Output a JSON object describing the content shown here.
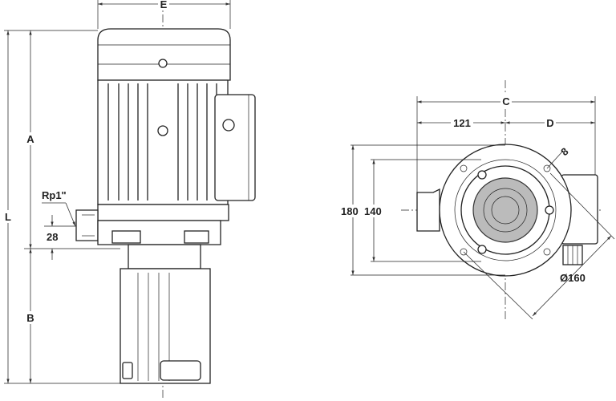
{
  "side_view": {
    "labels": {
      "E": "E",
      "A": "A",
      "L": "L",
      "B": "B",
      "thread": "Rp1\"",
      "offset": "28"
    }
  },
  "top_view": {
    "labels": {
      "C": "C",
      "left_width": "121",
      "D": "D",
      "hole": "8",
      "outer_height": "180",
      "inner_height": "140",
      "diameter": "Ø160"
    }
  }
}
